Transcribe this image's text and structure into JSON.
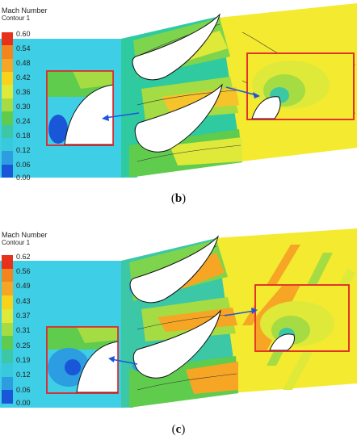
{
  "figure_b": {
    "legend_title": "Mach Number",
    "legend_subtitle": "Contour 1",
    "ticks": [
      "0.60",
      "0.54",
      "0.48",
      "0.42",
      "0.36",
      "0.30",
      "0.24",
      "0.18",
      "0.12",
      "0.06",
      "0.00"
    ],
    "caption_open": "(",
    "caption_letter": "b",
    "caption_close": ")"
  },
  "figure_c": {
    "legend_title": "Mach Number",
    "legend_subtitle": "Contour 1",
    "ticks": [
      "0.62",
      "0.56",
      "0.49",
      "0.43",
      "0.37",
      "0.31",
      "0.25",
      "0.19",
      "0.12",
      "0.06",
      "0.00"
    ],
    "caption_open": "(",
    "caption_letter": "c",
    "caption_close": ")"
  },
  "colors": {
    "scale": [
      "#e8311a",
      "#f4851c",
      "#f6a624",
      "#f9d21a",
      "#dfe93a",
      "#a5dc43",
      "#5fcc4d",
      "#3cc7a6",
      "#38c9dd",
      "#2b9de0",
      "#1a57d8"
    ],
    "inflow": "#3ecfe6",
    "outflow": "#f4ea2f",
    "zoom_box": "#e0262b",
    "arrow": "#1e56d9"
  }
}
